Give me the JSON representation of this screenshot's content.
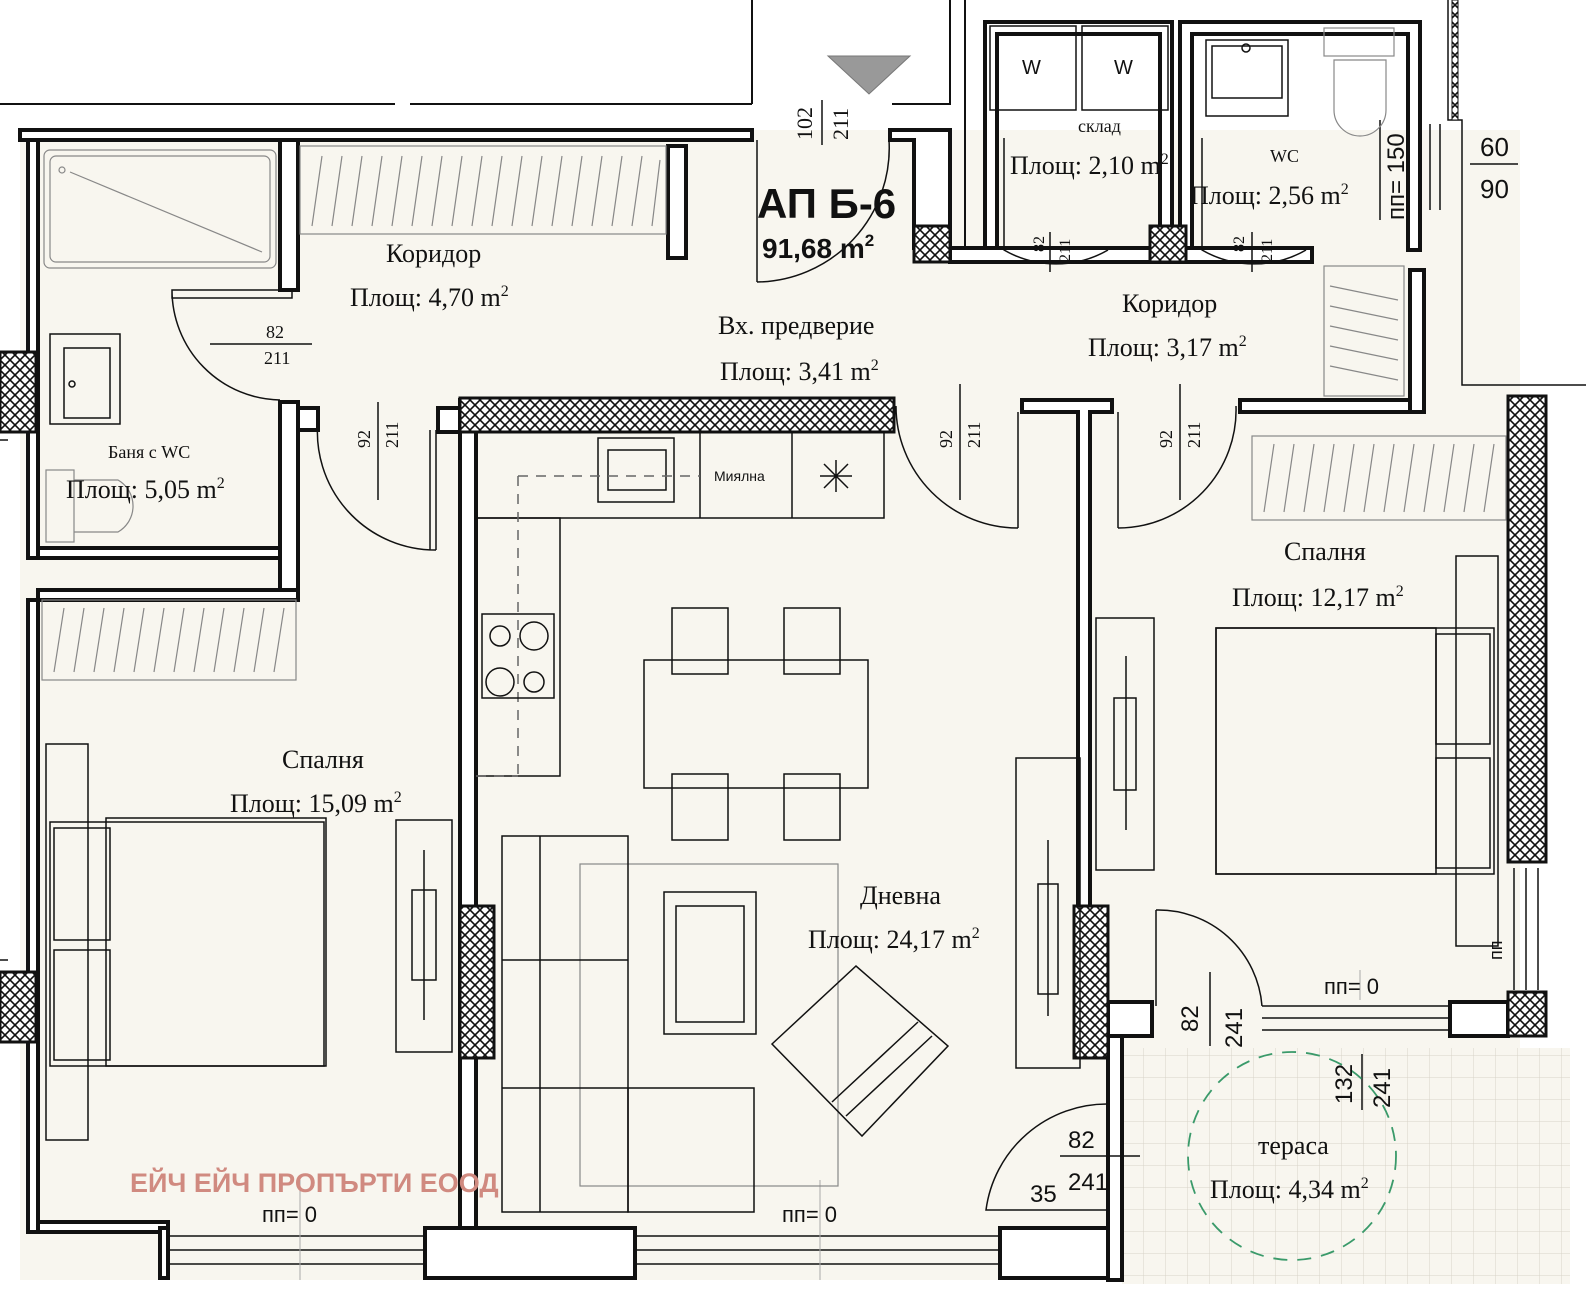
{
  "apartment": {
    "title": "АП Б-6",
    "area": "91,68 m",
    "area_sup": "2"
  },
  "rooms": {
    "bath": {
      "name": "Баня с WC",
      "area": "Площ: 5,05 m",
      "sup": "2"
    },
    "corridor1": {
      "name": "Коридор",
      "area": "Площ: 4,70 m",
      "sup": "2"
    },
    "entrance": {
      "name": "Вх. предверие",
      "area": "Площ: 3,41 m",
      "sup": "2"
    },
    "storage": {
      "name": "склад",
      "area": "Площ: 2,10 m",
      "sup": "2"
    },
    "wc": {
      "name": "WC",
      "area": "Площ: 2,56 m",
      "sup": "2"
    },
    "corridor2": {
      "name": "Коридор",
      "area": "Площ: 3,17 m",
      "sup": "2"
    },
    "bedroom1": {
      "name": "Спалня",
      "area": "Площ: 15,09 m",
      "sup": "2"
    },
    "living": {
      "name": "Дневна",
      "area": "Площ: 24,17 m",
      "sup": "2"
    },
    "bedroom2": {
      "name": "Спалня",
      "area": "Площ: 12,17 m",
      "sup": "2"
    },
    "terrace": {
      "name": "тераса",
      "area": "Площ: 4,34 m",
      "sup": "2"
    }
  },
  "labels": {
    "kitchen_sink": "Миялна",
    "washer": "W",
    "watermark": "ЕЙЧ ЕЙЧ ПРОПЪРТИ ЕООД",
    "sill_zero": "пп= 0",
    "sill_150": "пп= 150",
    "win_60": "60",
    "win_90": "90",
    "pp_partial": "пп"
  },
  "dimensions": {
    "entry_w": "102",
    "entry_h": "211",
    "d82": "82",
    "d92": "92",
    "d211": "211",
    "d241": "241",
    "d132": "132",
    "d35": "35"
  }
}
